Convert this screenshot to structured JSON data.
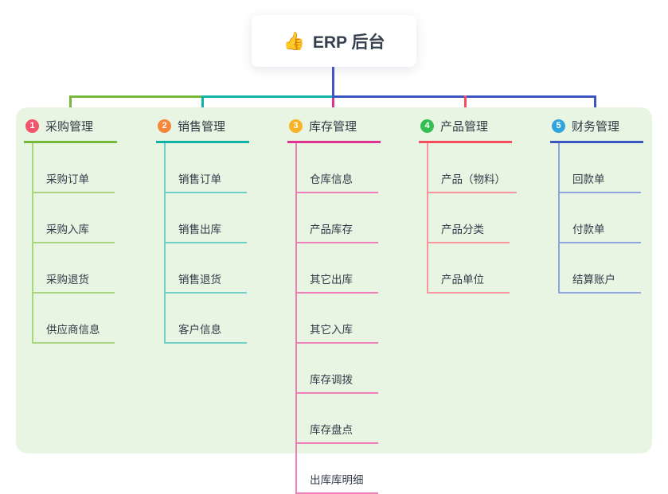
{
  "root": {
    "icon": "👍",
    "label": "ERP 后台"
  },
  "colors": {
    "root_connector": "#4a52c7",
    "panel_bg": "#e8f5e3",
    "text": "#333b49"
  },
  "branches": [
    {
      "num": "1",
      "label": "采购管理",
      "colors": {
        "badge": "#f1556c",
        "line": "#76b83a",
        "line_light": "#a9d57d"
      },
      "children": [
        "采购订单",
        "采购入库",
        "采购退货",
        "供应商信息"
      ]
    },
    {
      "num": "2",
      "label": "销售管理",
      "colors": {
        "badge": "#f7883a",
        "line": "#10b3a6",
        "line_light": "#6fd0c8"
      },
      "children": [
        "销售订单",
        "销售出库",
        "销售退货",
        "客户信息"
      ]
    },
    {
      "num": "3",
      "label": "库存管理",
      "colors": {
        "badge": "#f8b426",
        "line": "#e03291",
        "line_light": "#f07eb8"
      },
      "children": [
        "仓库信息",
        "产品库存",
        "其它出库",
        "其它入库",
        "库存调拨",
        "库存盘点",
        "出库库明细"
      ]
    },
    {
      "num": "4",
      "label": "产品管理",
      "colors": {
        "badge": "#33bf52",
        "line": "#f64d5e",
        "line_light": "#f9959c"
      },
      "children": [
        "产品（物料）",
        "产品分类",
        "产品单位"
      ]
    },
    {
      "num": "5",
      "label": "财务管理",
      "colors": {
        "badge": "#30a5dd",
        "line": "#3b55c3",
        "line_light": "#8ea6dd"
      },
      "children": [
        "回款单",
        "付款单",
        "结算账户"
      ]
    }
  ]
}
